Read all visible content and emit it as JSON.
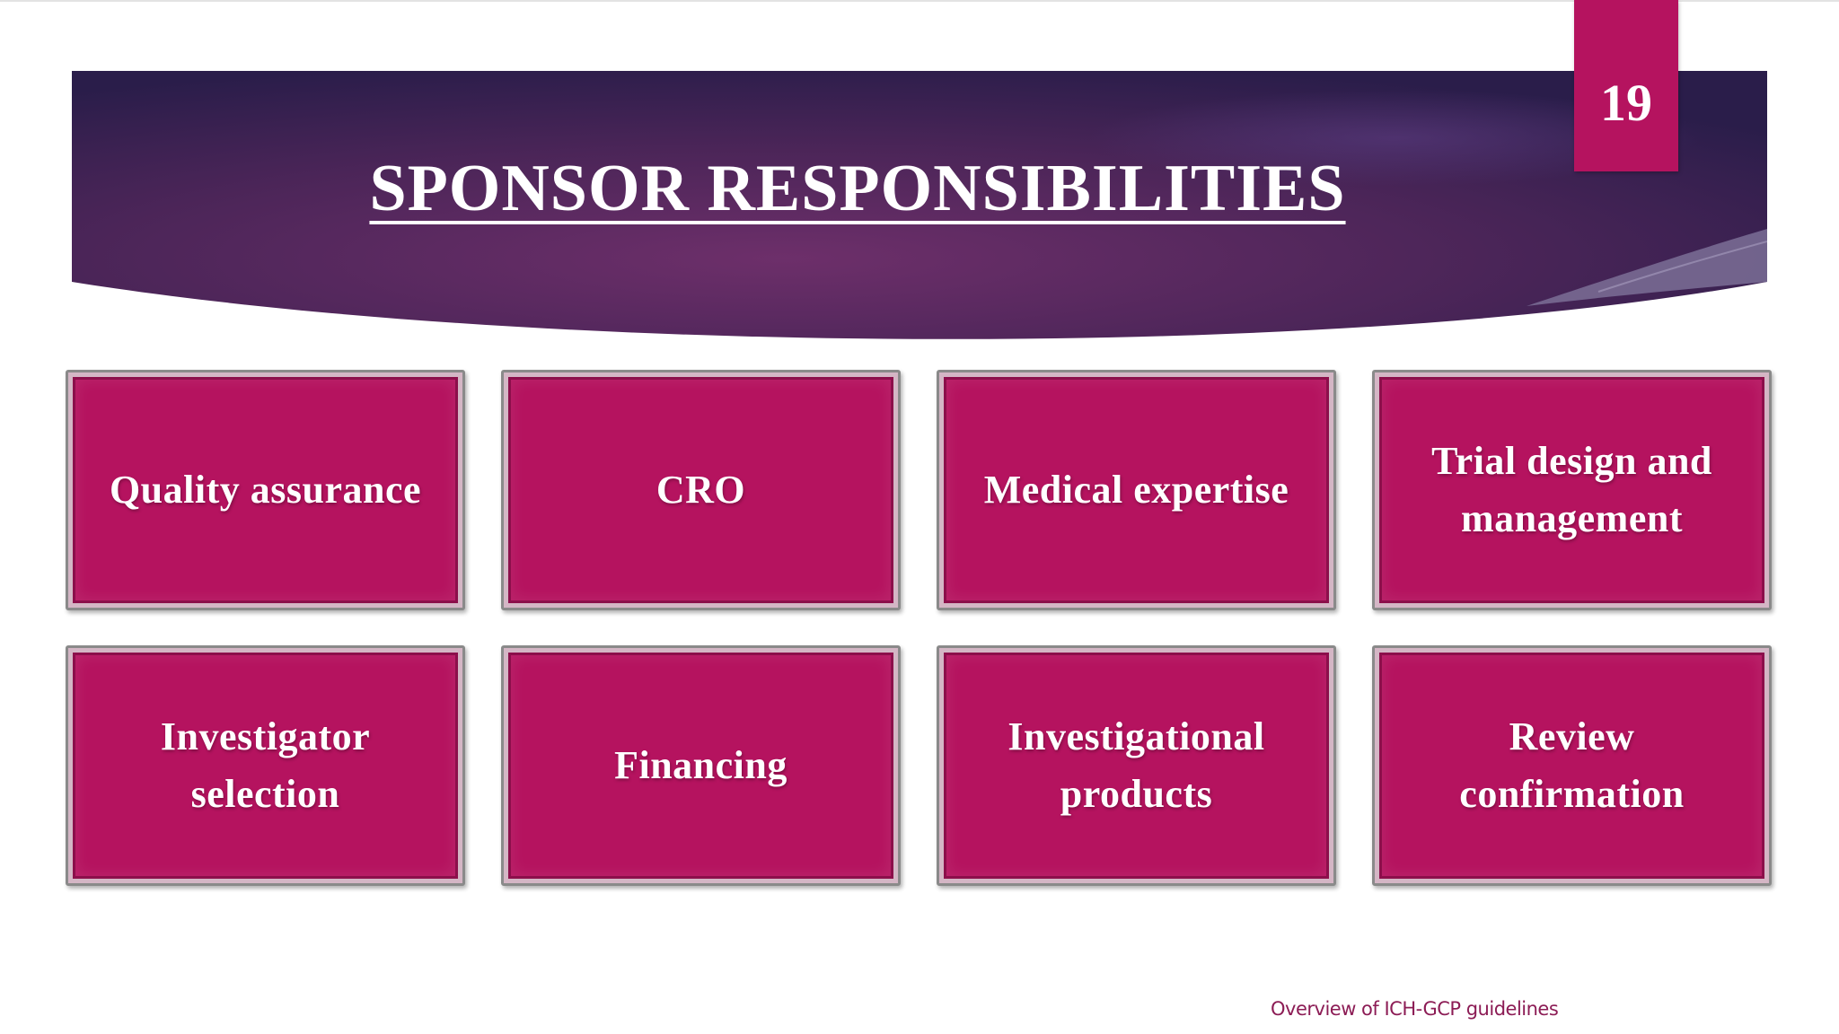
{
  "slide": {
    "title": "SPONSOR RESPONSIBILITIES",
    "page_number": "19",
    "footer": "Overview of ICH-GCP guidelines"
  },
  "colors": {
    "banner_dark": "#2b1f4d",
    "banner_mid": "#5b2a62",
    "card_fill": "#b5135f",
    "page_badge": "#b5135f",
    "footer_text": "#8c1c55"
  },
  "cards": [
    {
      "label": "Quality assurance"
    },
    {
      "label": "CRO"
    },
    {
      "label": "Medical expertise"
    },
    {
      "label": "Trial design and management"
    },
    {
      "label": "Investigator selection"
    },
    {
      "label": "Financing"
    },
    {
      "label": "Investigational products"
    },
    {
      "label": "Review confirmation"
    }
  ]
}
